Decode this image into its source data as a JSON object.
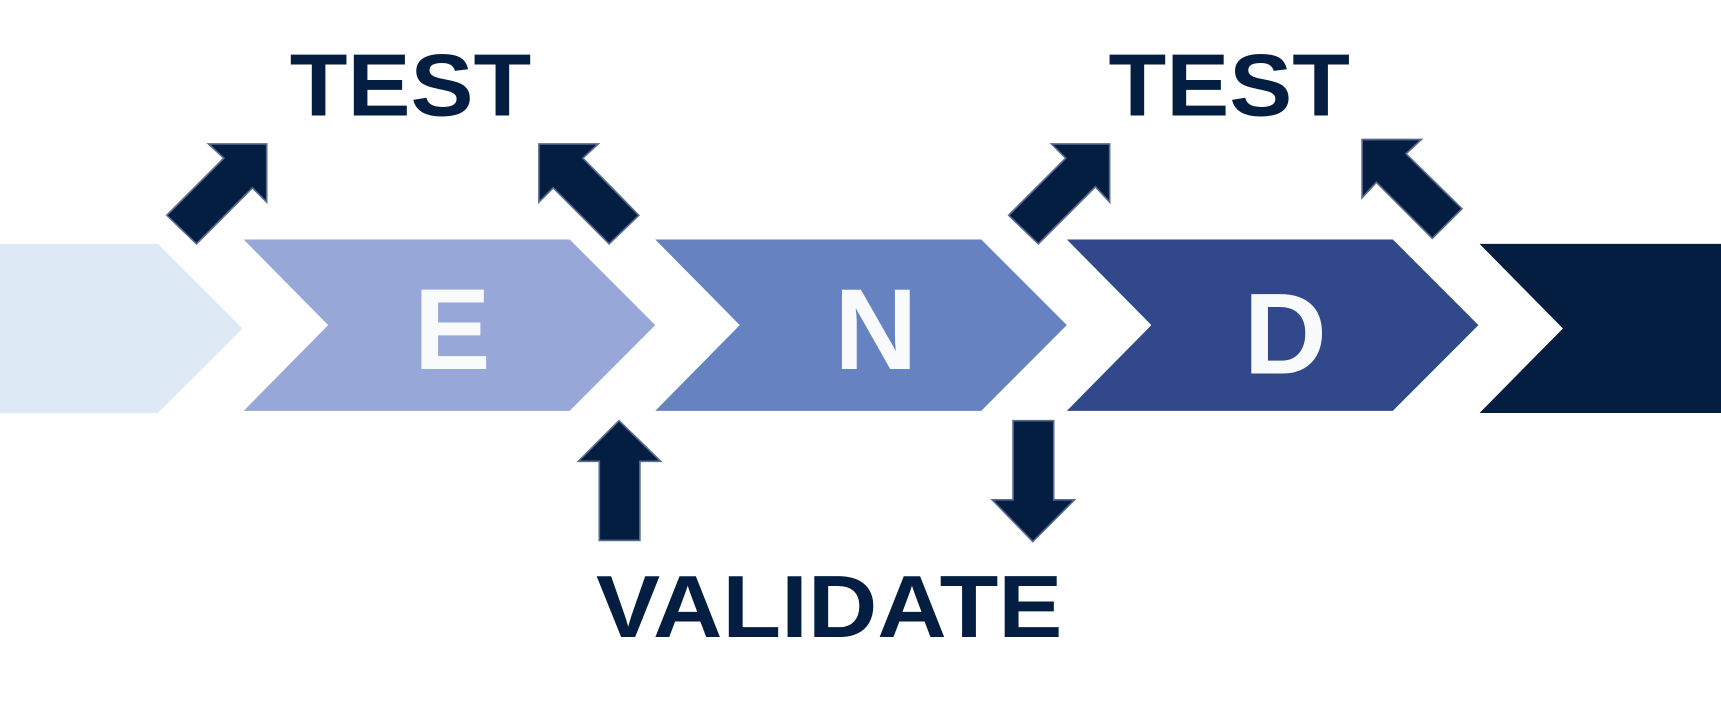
{
  "labels": {
    "test_left": "TEST",
    "test_right": "TEST",
    "validate": "VALIDATE"
  },
  "stages": [
    {
      "letter": "",
      "color": "#dde9f5"
    },
    {
      "letter": "E",
      "color": "#96a7d8"
    },
    {
      "letter": "N",
      "color": "#6682c0"
    },
    {
      "letter": "D",
      "color": "#31488b"
    },
    {
      "letter": "",
      "color": "#041e42"
    }
  ],
  "colors": {
    "text": "#041e42",
    "letter": "#f8fafc",
    "arrow": "#041e42"
  }
}
